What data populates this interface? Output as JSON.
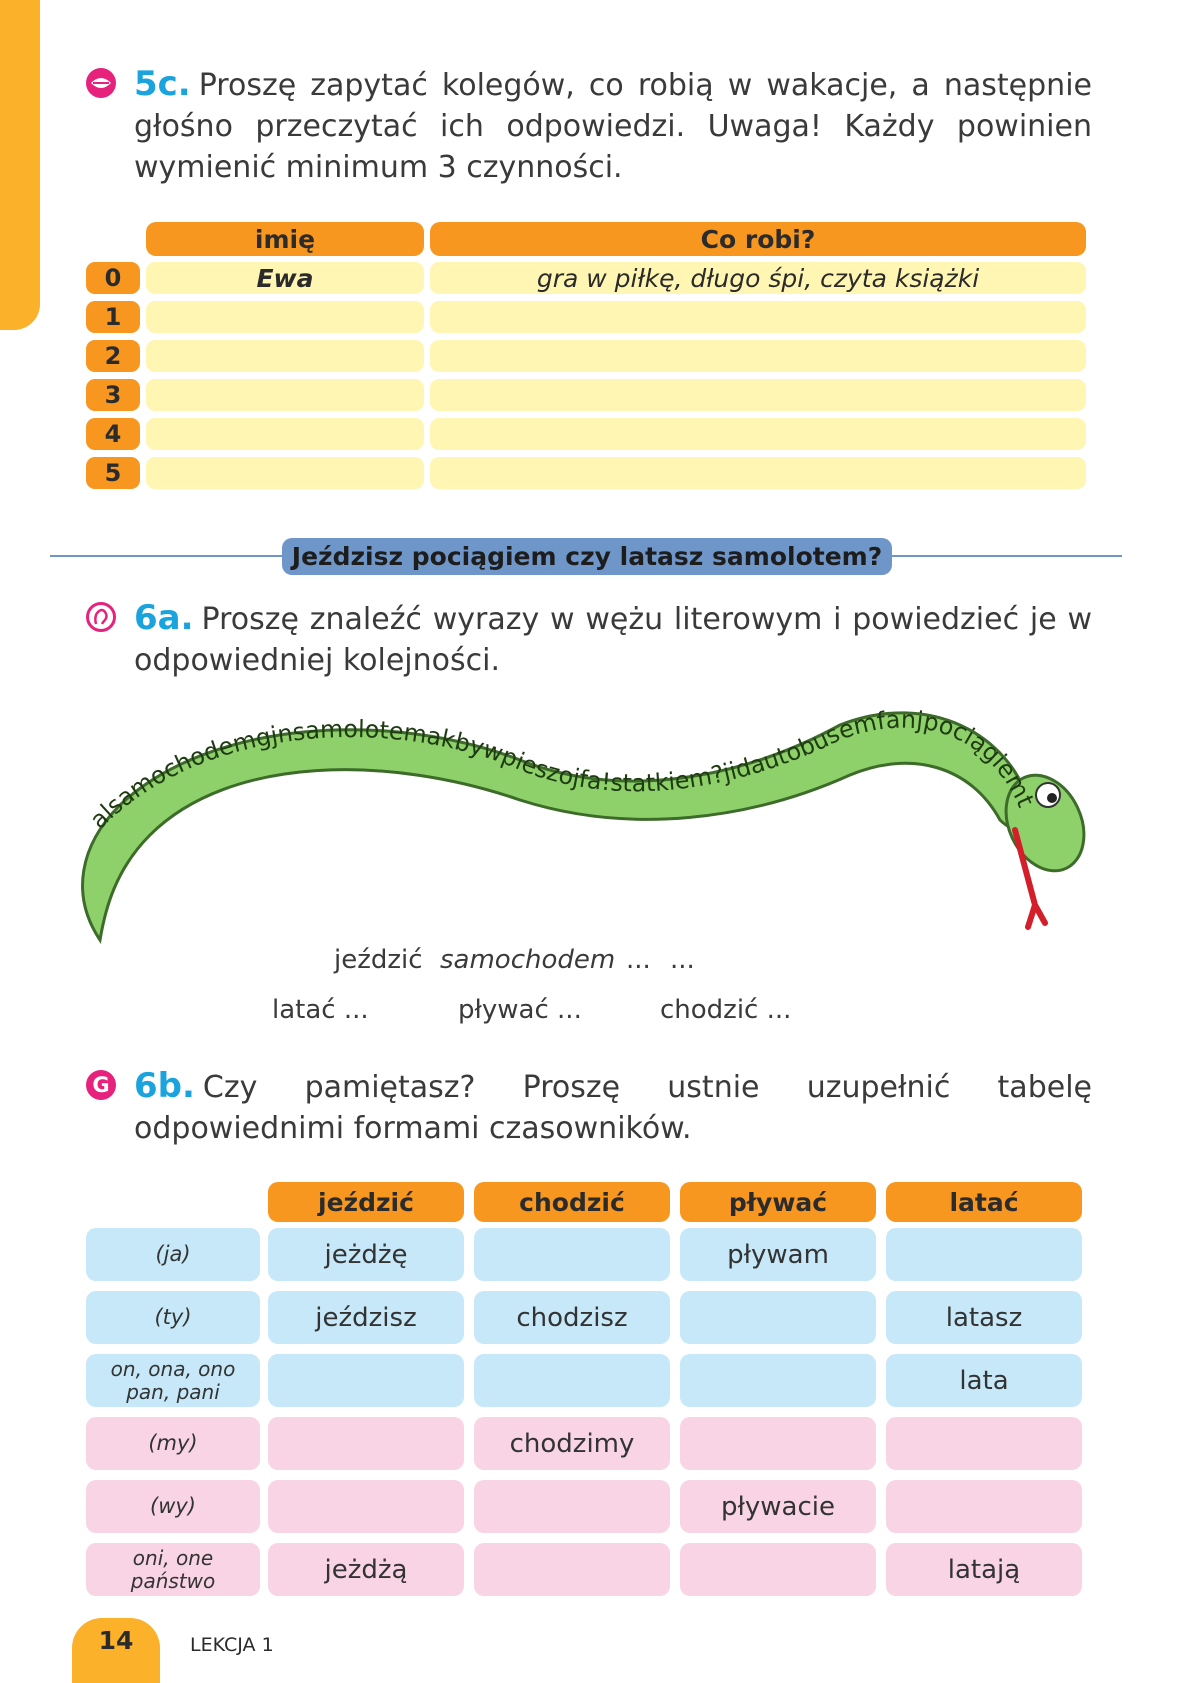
{
  "ex5c": {
    "num": "5c.",
    "text": "Proszę zapytać kolegów, co robią w wakacje, a następnie głośno przeczytać ich odpowiedzi. Uwaga! Każdy powinien wymienić minimum 3 czynności.",
    "headers": {
      "name": "imię",
      "activity": "Co robi?"
    },
    "rows": [
      {
        "idx": "0",
        "name": "Ewa",
        "activity": "gra w piłkę, długo śpi, czyta książki"
      },
      {
        "idx": "1",
        "name": "",
        "activity": ""
      },
      {
        "idx": "2",
        "name": "",
        "activity": ""
      },
      {
        "idx": "3",
        "name": "",
        "activity": ""
      },
      {
        "idx": "4",
        "name": "",
        "activity": ""
      },
      {
        "idx": "5",
        "name": "",
        "activity": ""
      }
    ]
  },
  "section": {
    "title": "Jeździsz pociągiem czy latasz samolotem?"
  },
  "ex6a": {
    "num": "6a.",
    "text": "Proszę znaleźć wyrazy w wężu literowym i powiedzieć je w odpowiedniej kolejności.",
    "snake_text": "alsamochodemgjnsamolotemakbywpieszojfa!statkiem?jidautobusemfanjpociągiemth",
    "line1": {
      "verb": "jeździć",
      "example": "samochodem",
      "dots1": "...",
      "dots2": "..."
    },
    "line2": [
      {
        "verb": "latać",
        "dots": "..."
      },
      {
        "verb": "pływać",
        "dots": "..."
      },
      {
        "verb": "chodzić",
        "dots": "..."
      }
    ]
  },
  "ex6b": {
    "num": "6b.",
    "text": "Czy pamiętasz? Proszę ustnie uzupełnić tabelę odpowiednimi formami czasowników.",
    "headers": [
      "jeździć",
      "chodzić",
      "pływać",
      "latać"
    ],
    "rows": [
      {
        "label": [
          "(ja)"
        ],
        "cells": [
          "jeżdżę",
          "",
          "pływam",
          ""
        ],
        "color": "blue"
      },
      {
        "label": [
          "(ty)"
        ],
        "cells": [
          "jeździsz",
          "chodzisz",
          "",
          "latasz"
        ],
        "color": "blue"
      },
      {
        "label": [
          "on, ona, ono",
          "pan, pani"
        ],
        "cells": [
          "",
          "",
          "",
          "lata"
        ],
        "color": "blue"
      },
      {
        "label": [
          "(my)"
        ],
        "cells": [
          "",
          "chodzimy",
          "",
          ""
        ],
        "color": "pink"
      },
      {
        "label": [
          "(wy)"
        ],
        "cells": [
          "",
          "",
          "pływacie",
          ""
        ],
        "color": "pink"
      },
      {
        "label": [
          "oni, one",
          "państwo"
        ],
        "cells": [
          "jeżdżą",
          "",
          "",
          "latają"
        ],
        "color": "pink"
      }
    ]
  },
  "footer": {
    "page": "14",
    "lesson": "LEKCJA 1"
  }
}
